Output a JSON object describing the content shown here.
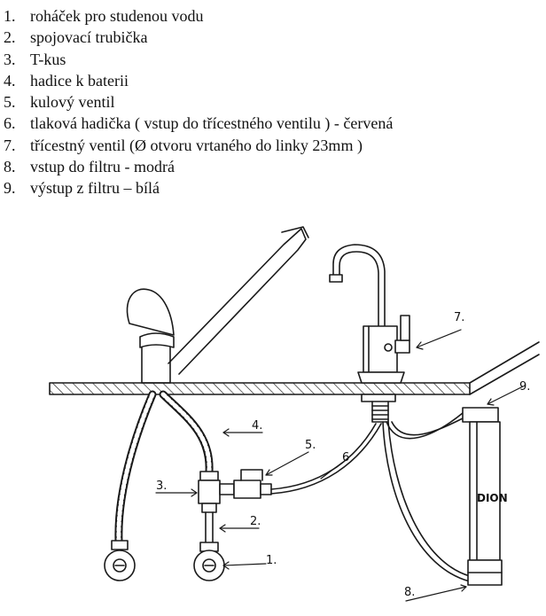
{
  "legend": [
    {
      "number": "1.",
      "text": "roháček pro studenou vodu"
    },
    {
      "number": "2.",
      "text": "spojovací trubička"
    },
    {
      "number": "3.",
      "text": "T-kus"
    },
    {
      "number": "4.",
      "text": "hadice k baterii"
    },
    {
      "number": "5.",
      "text": "kulový ventil"
    },
    {
      "number": "6.",
      "text": "tlaková hadička ( vstup do třícestného ventilu ) - červená"
    },
    {
      "number": "7.",
      "text": "třícestný ventil (Ø otvoru vrtaného do linky 23mm )"
    },
    {
      "number": "8.",
      "text": "vstup do filtru - modrá"
    },
    {
      "number": "9.",
      "text": "výstup z filtru – bílá"
    }
  ],
  "callouts": {
    "c1": "1.",
    "c2": "2.",
    "c3": "3.",
    "c4": "4.",
    "c5": "5.",
    "c6": "6",
    "c7": "7.",
    "c8": "8.",
    "c9": "9."
  },
  "filter_label": "DION"
}
